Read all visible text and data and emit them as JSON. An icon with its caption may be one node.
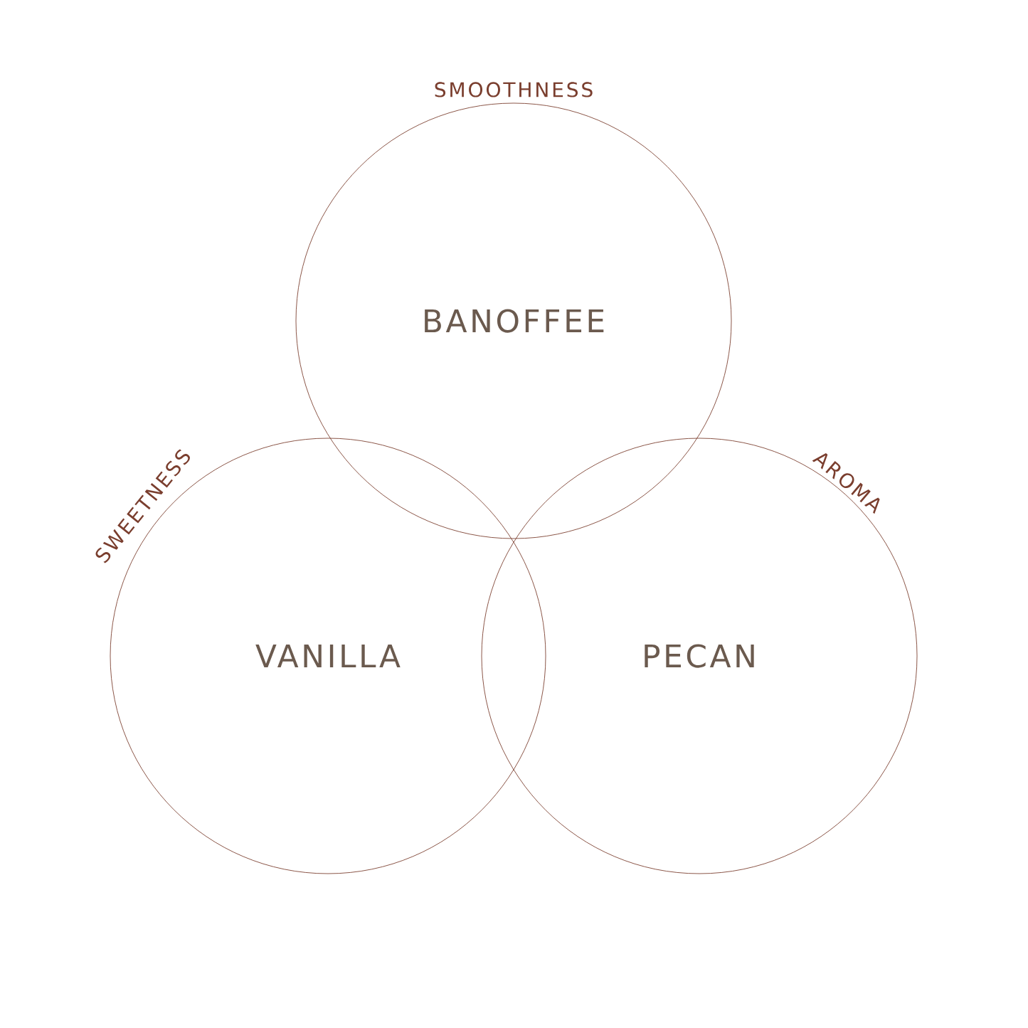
{
  "diagram": {
    "nodes": [
      {
        "text": [
          "BANOFFEE"
        ],
        "beside": [
          "SMOOTHNESS"
        ]
      },
      {
        "text": [
          "VANILLA"
        ],
        "beside": [
          "SWEETNESS"
        ]
      },
      {
        "text": [
          "PECAN"
        ],
        "beside": [
          "AROMA"
        ]
      }
    ]
  }
}
